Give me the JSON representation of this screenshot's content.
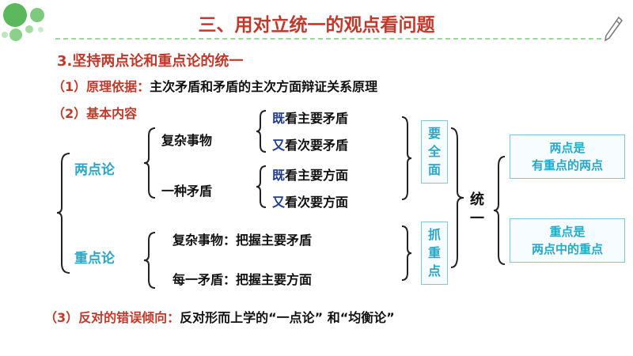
{
  "title": "三、用对立统一的观点看问题",
  "section_heading": "3.坚持两点论和重点论的统一",
  "item1": {
    "label": "（1）原理依据：",
    "text": "主次矛盾和矛盾的主次方面辩证关系原理"
  },
  "item2": {
    "label": "（2）基本内容"
  },
  "two_point": {
    "label": "两点论",
    "complex_things": {
      "label": "复杂事物",
      "line1": {
        "prefix": "既",
        "text": "看主要矛盾"
      },
      "line2": {
        "prefix": "又",
        "text": "看次要矛盾"
      }
    },
    "a_contradiction": {
      "label": "一种矛盾",
      "line1": {
        "prefix": "既",
        "text": "看主要方面"
      },
      "line2": {
        "prefix": "又",
        "text": "看次要方面"
      }
    },
    "side_box": [
      "要",
      "全",
      "面"
    ]
  },
  "key_point": {
    "label": "重点论",
    "line1": "复杂事物：把握主要矛盾",
    "line2": "每一矛盾：把握主要方面",
    "side_box": [
      "抓",
      "重",
      "点"
    ]
  },
  "unity": {
    "char1": "统",
    "char2": "一"
  },
  "right_box1": {
    "line1": "两点是",
    "line2": "有重点的两点"
  },
  "right_box2": {
    "line1": "重点是",
    "line2": "两点中的重点"
  },
  "item3": {
    "label": "（3）反对的错误倾向：",
    "text": "反对形而上学的“一点论” 和“均衡论”"
  },
  "colors": {
    "heading_red": "#c0392b",
    "accent_teal": "#2aa7c6",
    "prefix_navy": "#1f3a93",
    "deco_green": "#5cb85c"
  }
}
